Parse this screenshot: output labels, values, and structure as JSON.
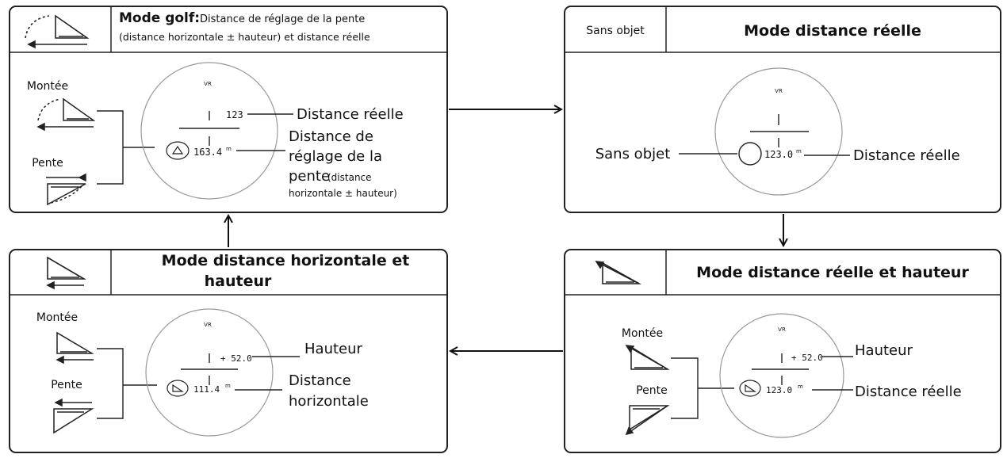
{
  "panels": {
    "golf": {
      "title_bold": "Mode golf:",
      "title_rest": "Distance de réglage de la pente",
      "title_line2": "(distance horizontale ± hauteur) et distance réelle",
      "icon_label_up": "Montée",
      "icon_label_down": "Pente",
      "display_vr": "VR",
      "display_top_value": "123",
      "display_main_value": "163.4",
      "display_unit": "m",
      "callout_real": "Distance réelle",
      "callout_slope_1": "Distance de",
      "callout_slope_2": "réglage de la",
      "callout_slope_3": "pente",
      "callout_slope_3_small": "(distance",
      "callout_slope_4": "horizontale ± hauteur)"
    },
    "real": {
      "left_label": "Sans objet",
      "title": "Mode distance réelle",
      "display_vr": "VR",
      "display_main_value": "123.0",
      "display_unit": "m",
      "callout_left": "Sans objet",
      "callout_right": "Distance réelle"
    },
    "horizontal": {
      "title_1": "Mode distance horizontale et",
      "title_2": "hauteur",
      "icon_label_up": "Montée",
      "icon_label_down": "Pente",
      "display_vr": "VR",
      "display_top_value": "+ 52.0",
      "display_main_value": "111.4",
      "display_unit": "m",
      "callout_height": "Hauteur",
      "callout_horizontal_1": "Distance",
      "callout_horizontal_2": "horizontale"
    },
    "realheight": {
      "title": "Mode distance réelle et hauteur",
      "icon_label_up": "Montée",
      "icon_label_down": "Pente",
      "display_vr": "VR",
      "display_top_value": "+ 52.0",
      "display_main_value": "123.0",
      "display_unit": "m",
      "callout_height": "Hauteur",
      "callout_real": "Distance réelle"
    }
  }
}
